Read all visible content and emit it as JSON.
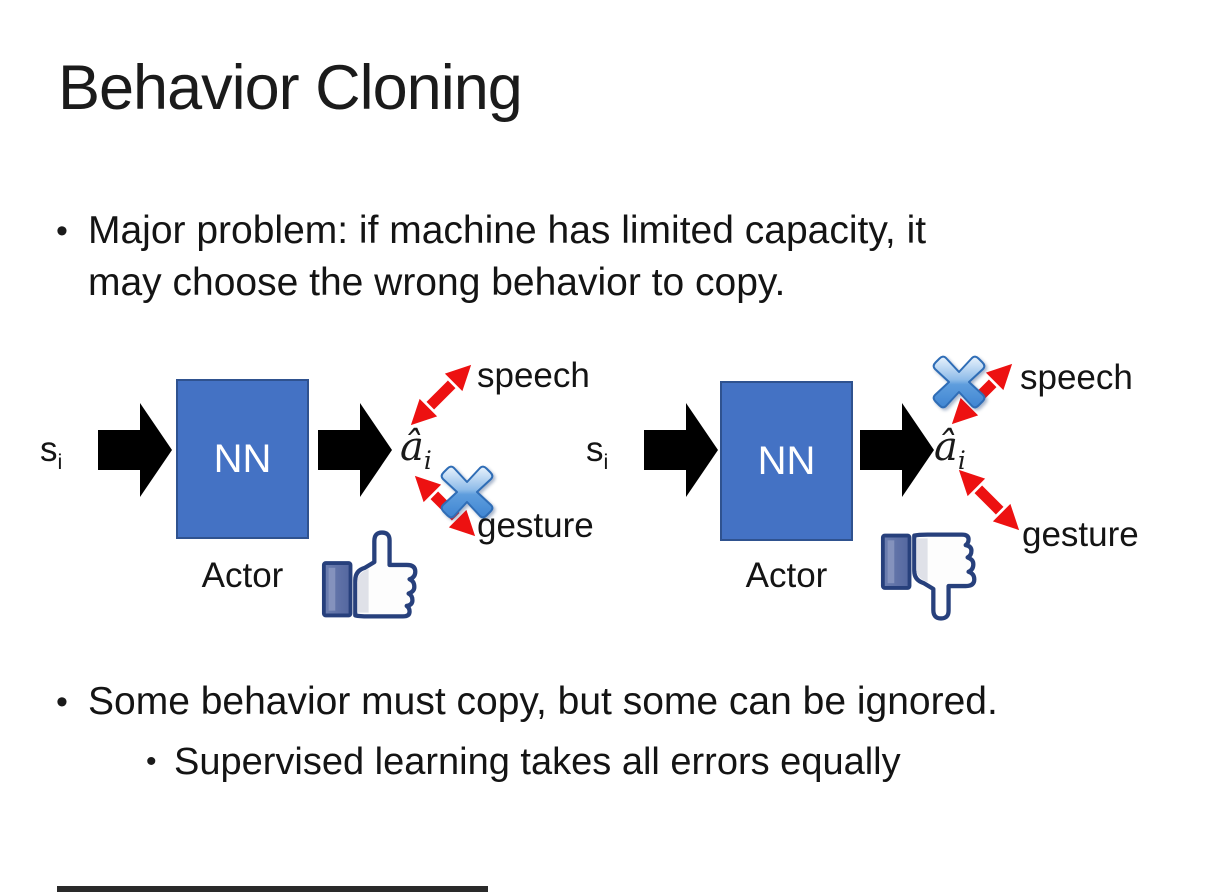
{
  "slide": {
    "title": "Behavior Cloning",
    "bullets": {
      "bullet1": {
        "marker": "•",
        "line1": "Major problem: if machine has limited capacity, it",
        "line2": "may choose the wrong behavior to copy."
      },
      "bullet2": {
        "marker": "•",
        "text": "Some behavior must copy, but some can be ignored."
      },
      "sub_bullet": {
        "marker": "•",
        "text": "Supervised learning takes all errors equally"
      }
    }
  },
  "diagrams": {
    "left": {
      "input_base": "s",
      "input_sub": "i",
      "box_label": "NN",
      "box_caption": "Actor",
      "output_base": "â",
      "output_sub": "i",
      "speech_label": "speech",
      "gesture_label": "gesture",
      "crossed_branch": "gesture",
      "feedback_icon": "thumbs-up"
    },
    "right": {
      "input_base": "s",
      "input_sub": "i",
      "box_label": "NN",
      "box_caption": "Actor",
      "output_base": "â",
      "output_sub": "i",
      "speech_label": "speech",
      "gesture_label": "gesture",
      "crossed_branch": "speech",
      "feedback_icon": "thumbs-down"
    }
  },
  "colors": {
    "background": "#FFFFFF",
    "text": "#1A1A1A",
    "nn_box_fill": "#4472C4",
    "nn_box_border": "#2F528F",
    "block_arrow": "#000000",
    "branch_arrow_red": "#ED1111",
    "cross_blue": "#4A90D9",
    "thumb_outline": "#27407C",
    "thumb_cuff_fill": "#5B6EA6"
  }
}
